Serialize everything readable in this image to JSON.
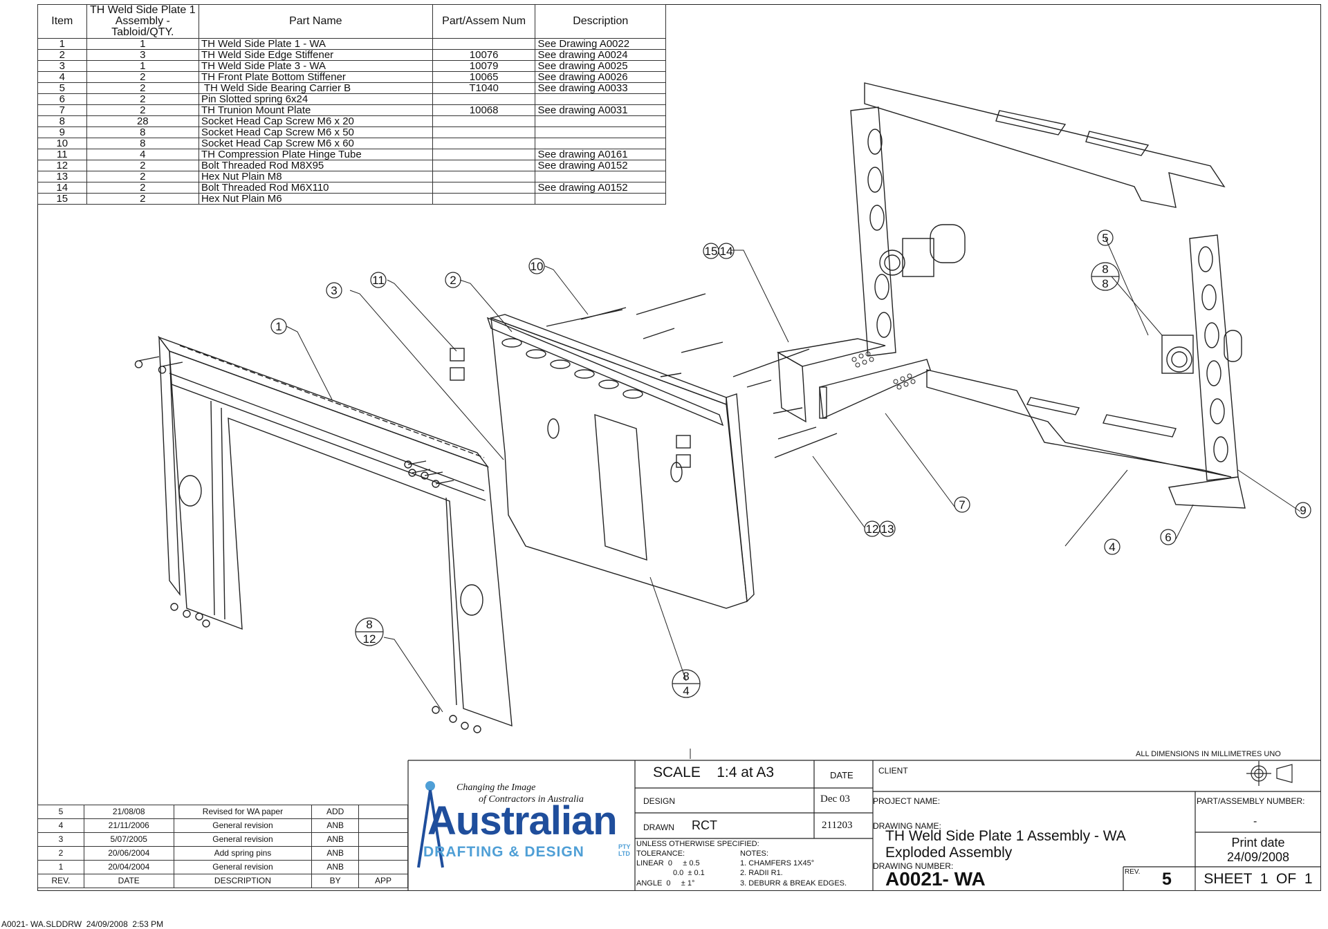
{
  "bom": {
    "headers": {
      "item": "Item",
      "qty": "TH Weld Side Plate 1 Assembly - Tabloid/QTY.",
      "part_name": "Part Name",
      "part_num": "Part/Assem Num",
      "description": "Description"
    },
    "rows": [
      {
        "item": "1",
        "qty": "1",
        "name": "TH Weld Side Plate 1 - WA",
        "num": "",
        "desc": "See Drawing A0022"
      },
      {
        "item": "2",
        "qty": "3",
        "name": "TH Weld Side Edge Stiffener",
        "num": "10076",
        "desc": "See drawing A0024"
      },
      {
        "item": "3",
        "qty": "1",
        "name": "TH Weld Side Plate 3 - WA",
        "num": "10079",
        "desc": "See drawing A0025"
      },
      {
        "item": "4",
        "qty": "2",
        "name": "TH Front Plate Bottom Stiffener",
        "num": "10065",
        "desc": "See drawing A0026"
      },
      {
        "item": "5",
        "qty": "2",
        "name": " TH Weld Side Bearing Carrier B",
        "num": "T1040",
        "desc": "See drawing A0033"
      },
      {
        "item": "6",
        "qty": "2",
        "name": "Pin Slotted spring 6x24",
        "num": "",
        "desc": ""
      },
      {
        "item": "7",
        "qty": "2",
        "name": "TH Trunion Mount Plate",
        "num": "10068",
        "desc": "See drawing A0031"
      },
      {
        "item": "8",
        "qty": "28",
        "name": "Socket Head Cap Screw M6 x 20",
        "num": "",
        "desc": ""
      },
      {
        "item": "9",
        "qty": "8",
        "name": "Socket Head Cap Screw M6 x 50",
        "num": "",
        "desc": ""
      },
      {
        "item": "10",
        "qty": "8",
        "name": "Socket Head Cap Screw M6 x 60",
        "num": "",
        "desc": ""
      },
      {
        "item": "11",
        "qty": "4",
        "name": "TH Compression Plate Hinge Tube",
        "num": "",
        "desc": "See drawing A0161"
      },
      {
        "item": "12",
        "qty": "2",
        "name": "Bolt Threaded Rod M8X95",
        "num": "",
        "desc": "See drawing A0152"
      },
      {
        "item": "13",
        "qty": "2",
        "name": "Hex Nut Plain M8",
        "num": "",
        "desc": ""
      },
      {
        "item": "14",
        "qty": "2",
        "name": "Bolt Threaded Rod M6X110",
        "num": "",
        "desc": "See drawing A0152"
      },
      {
        "item": "15",
        "qty": "2",
        "name": "Hex Nut Plain M6",
        "num": "",
        "desc": ""
      }
    ]
  },
  "balloons": {
    "b1": "1",
    "b2": "2",
    "b3": "3",
    "b4": "4",
    "b5": "5",
    "b6": "6",
    "b7": "7",
    "b9": "9",
    "b10": "10",
    "b11": "11",
    "b12": "12",
    "b13": "13",
    "b14": "14",
    "b15": "15",
    "f1_top": "8",
    "f1_bot": "12",
    "f2_top": "8",
    "f2_bot": "4",
    "f3_top": "8",
    "f3_bot": "8"
  },
  "revisions": {
    "rows": [
      {
        "rev": "5",
        "date": "21/08/08",
        "desc": "Revised for WA paper",
        "by": "ADD",
        "app": ""
      },
      {
        "rev": "4",
        "date": "21/11/2006",
        "desc": "General revision",
        "by": "ANB",
        "app": ""
      },
      {
        "rev": "3",
        "date": "5/07/2005",
        "desc": "General revision",
        "by": "ANB",
        "app": ""
      },
      {
        "rev": "2",
        "date": "20/06/2004",
        "desc": "Add spring pins",
        "by": "ANB",
        "app": ""
      },
      {
        "rev": "1",
        "date": "20/04/2004",
        "desc": "General revision",
        "by": "ANB",
        "app": ""
      }
    ],
    "headers": {
      "rev": "REV.",
      "date": "DATE",
      "desc": "DESCRIPTION",
      "by": "BY",
      "app": "APP"
    }
  },
  "title_block": {
    "all_dims": "ALL DIMENSIONS IN MILLIMETRES UNO",
    "tagline1": "Changing the Image",
    "tagline2": "of Contractors in Australia",
    "logo_main": "Australian",
    "logo_sub": "DRAFTING & DESIGN",
    "logo_pty": "PTY LTD",
    "scale": "SCALE    1:4 at A3",
    "date_label": "DATE",
    "design_label": "DESIGN",
    "design_date": "Dec 03",
    "drawn_label": "DRAWN",
    "drawn_value": "RCT",
    "drawn_date": "211203",
    "tolerance": "UNLESS OTHERWISE SPECIFIED:",
    "tolerance_label": "TOLERANCE:",
    "linear": "LINEAR  0     ± 0.5",
    "linear2": "0.0  ± 0.1",
    "angle": "ANGLE  0     ± 1°",
    "notes_label": "NOTES:",
    "note1": "1. CHAMFERS 1X45°",
    "note2": "2. RADII R1.",
    "note3": "3. DEBURR & BREAK EDGES.",
    "client_label": "CLIENT",
    "project_label": "PROJECT NAME:",
    "drawing_name_label": "DRAWING NAME:",
    "drawing_name1": "TH Weld Side Plate 1 Assembly - WA",
    "drawing_name2": "Exploded Assembly",
    "drawing_number_label": "DRAWING NUMBER:",
    "drawing_number": "A0021- WA",
    "rev_label": "REV.",
    "rev_value": "5",
    "part_assembly_label": "PART/ASSEMBLY NUMBER:",
    "part_assembly_value": "-",
    "print_date_label": "Print date",
    "print_date": "24/09/2008",
    "sheet": "SHEET  1  OF  1"
  },
  "footer": "A0021- WA.SLDDRW  24/09/2008  2:53 PM",
  "colors": {
    "ink": "#111111",
    "logo_blue": "#1f4e9c",
    "logo_light": "#4f9fd6"
  }
}
